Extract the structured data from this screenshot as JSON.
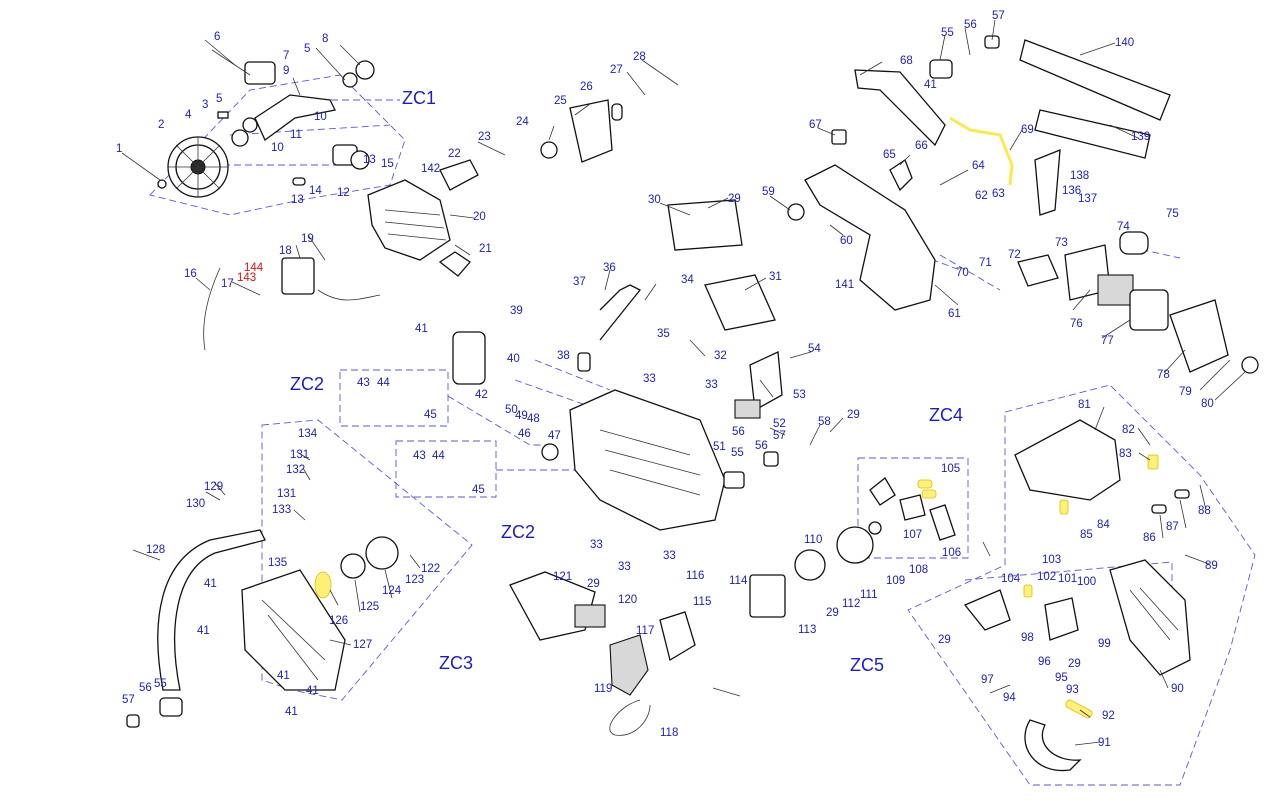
{
  "colors": {
    "label": "#1c1cc4",
    "label_red": "#e01010",
    "group": "#1a1ad0",
    "highlight": "#fff07a",
    "outline": "#111111"
  },
  "group_labels": [
    "ZC1",
    "ZC2",
    "ZC2",
    "ZC3",
    "ZC4",
    "ZC5"
  ],
  "part_labels": {
    "n1": "1",
    "n2": "2",
    "n3": "3",
    "n4": "4",
    "n5a": "5",
    "n5b": "5",
    "n6": "6",
    "n7": "7",
    "n8": "8",
    "n9": "9",
    "n10a": "10",
    "n10b": "10",
    "n11": "11",
    "n12": "12",
    "n13a": "13",
    "n13b": "13",
    "n14": "14",
    "n15": "15",
    "n16": "16",
    "n17": "17",
    "n18": "18",
    "n19": "19",
    "n20": "20",
    "n21": "21",
    "n22": "22",
    "n23": "23",
    "n24": "24",
    "n25": "25",
    "n26": "26",
    "n27": "27",
    "n28": "28",
    "n29a": "29",
    "n29b": "29",
    "n29c": "29",
    "n29d": "29",
    "n29e": "29",
    "n29f": "29",
    "n30": "30",
    "n31": "31",
    "n32": "32",
    "n33a": "33",
    "n33b": "33",
    "n33c": "33",
    "n33d": "33",
    "n34": "34",
    "n35": "35",
    "n36": "36",
    "n37": "37",
    "n38": "38",
    "n39": "39",
    "n40": "40",
    "n41a": "41",
    "n41b": "41",
    "n41c": "41",
    "n41d": "41",
    "n41e": "41",
    "n41f": "41",
    "n41g": "41",
    "n42": "42",
    "n43a": "43",
    "n43b": "43",
    "n44a": "44",
    "n44b": "44",
    "n45a": "45",
    "n45b": "45",
    "n46": "46",
    "n47": "47",
    "n48": "48",
    "n49": "49",
    "n50": "50",
    "n51": "51",
    "n52": "52",
    "n53": "53",
    "n54": "54",
    "n55a": "55",
    "n55b": "55",
    "n55c": "55",
    "n56a": "56",
    "n56b": "56",
    "n56c": "56",
    "n56d": "56",
    "n57a": "57",
    "n57b": "57",
    "n57c": "57",
    "n58": "58",
    "n59": "59",
    "n60": "60",
    "n61": "61",
    "n62": "62",
    "n63": "63",
    "n64": "64",
    "n65": "65",
    "n66": "66",
    "n67": "67",
    "n68": "68",
    "n69": "69",
    "n70": "70",
    "n71": "71",
    "n72": "72",
    "n73": "73",
    "n74": "74",
    "n75": "75",
    "n76": "76",
    "n77": "77",
    "n78": "78",
    "n79": "79",
    "n80": "80",
    "n81": "81",
    "n82": "82",
    "n83": "83",
    "n84": "84",
    "n85": "85",
    "n86": "86",
    "n87": "87",
    "n88": "88",
    "n89": "89",
    "n90": "90",
    "n91": "91",
    "n92": "92",
    "n93": "93",
    "n94": "94",
    "n95": "95",
    "n96": "96",
    "n97": "97",
    "n98": "98",
    "n99": "99",
    "n100": "100",
    "n101": "101",
    "n102": "102",
    "n103": "103",
    "n104": "104",
    "n105": "105",
    "n106": "106",
    "n107": "107",
    "n108": "108",
    "n109": "109",
    "n110": "110",
    "n111": "111",
    "n112": "112",
    "n113": "113",
    "n114": "114",
    "n115": "115",
    "n116": "116",
    "n117": "117",
    "n118": "118",
    "n119": "119",
    "n120": "120",
    "n121": "121",
    "n122": "122",
    "n123": "123",
    "n124": "124",
    "n125": "125",
    "n126": "126",
    "n127": "127",
    "n128": "128",
    "n129": "129",
    "n130": "130",
    "n131a": "131",
    "n131b": "131",
    "n132": "132",
    "n133": "133",
    "n134": "134",
    "n135": "135",
    "n136": "136",
    "n137": "137",
    "n138": "138",
    "n139": "139",
    "n140": "140",
    "n141": "141",
    "n142": "142",
    "n143": "143",
    "n144": "144"
  }
}
